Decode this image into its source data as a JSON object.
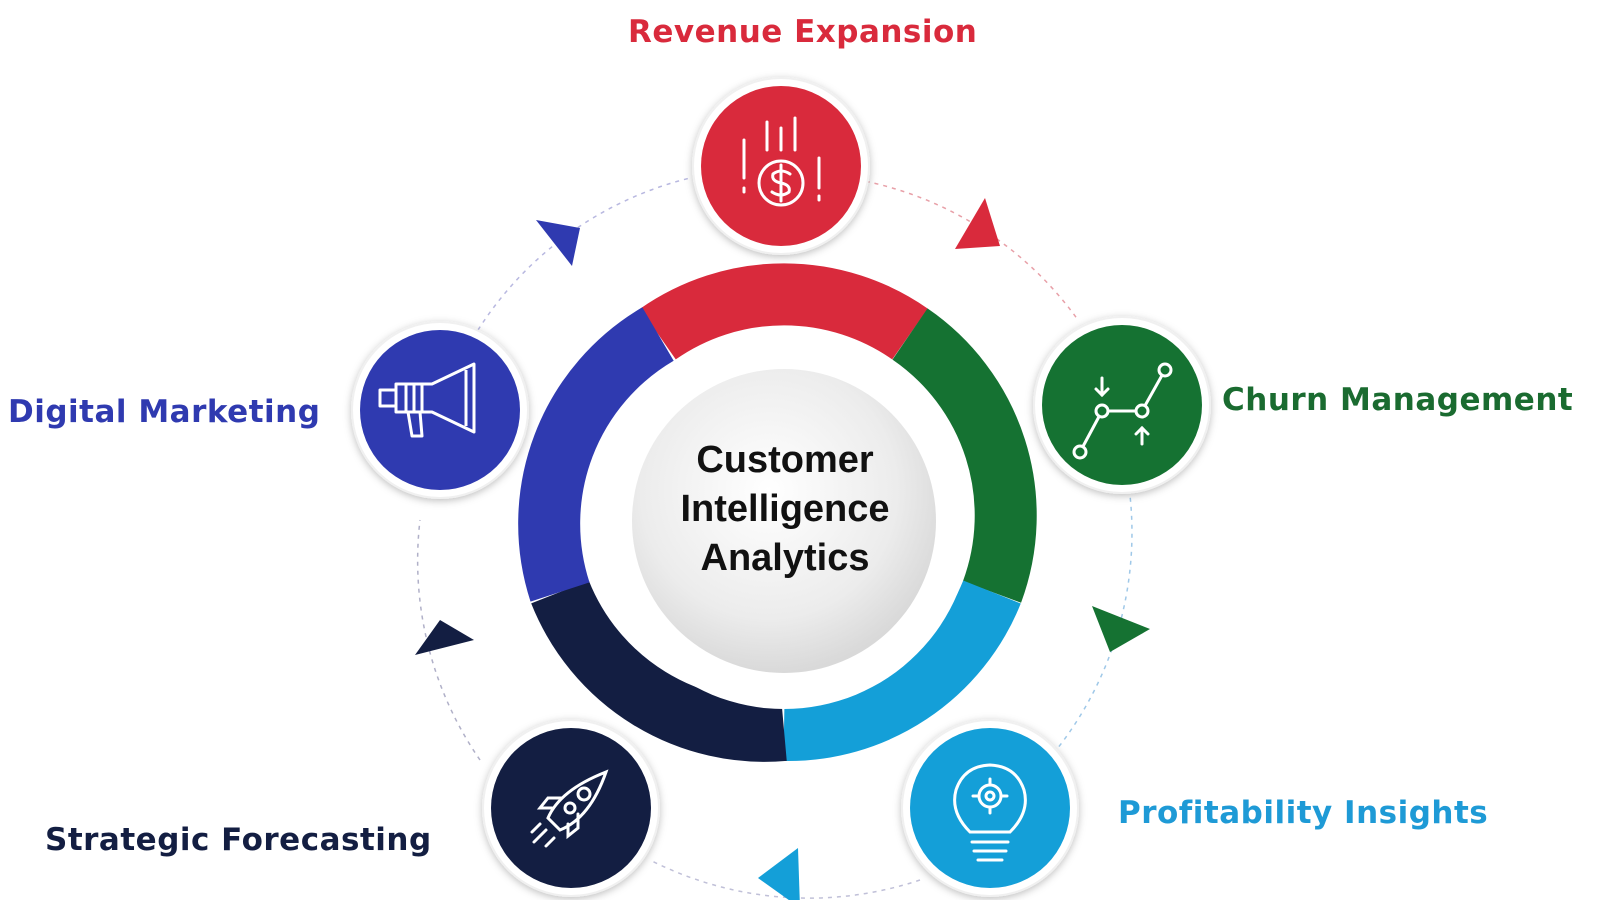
{
  "center": {
    "line1": "Customer",
    "line2": "Intelligence",
    "line3": "Analytics"
  },
  "nodes": [
    {
      "label": "Revenue Expansion",
      "color": "#d92a3c",
      "icon": "dollar-coin-icon"
    },
    {
      "label": "Churn Management",
      "color": "#157232",
      "icon": "line-graph-icon"
    },
    {
      "label": "Profitability Insights",
      "color": "#149fd8",
      "icon": "lightbulb-gear-icon"
    },
    {
      "label": "Strategic Forecasting",
      "color": "#131e42",
      "icon": "rocket-icon"
    },
    {
      "label": "Digital Marketing",
      "color": "#2f3ab0",
      "icon": "megaphone-icon"
    }
  ],
  "label_colors": {
    "revenue": "#d92a3c",
    "churn": "#1a6b30",
    "profit": "#1e9ad6",
    "strategic": "#131e42",
    "digital": "#2f3ab0"
  }
}
